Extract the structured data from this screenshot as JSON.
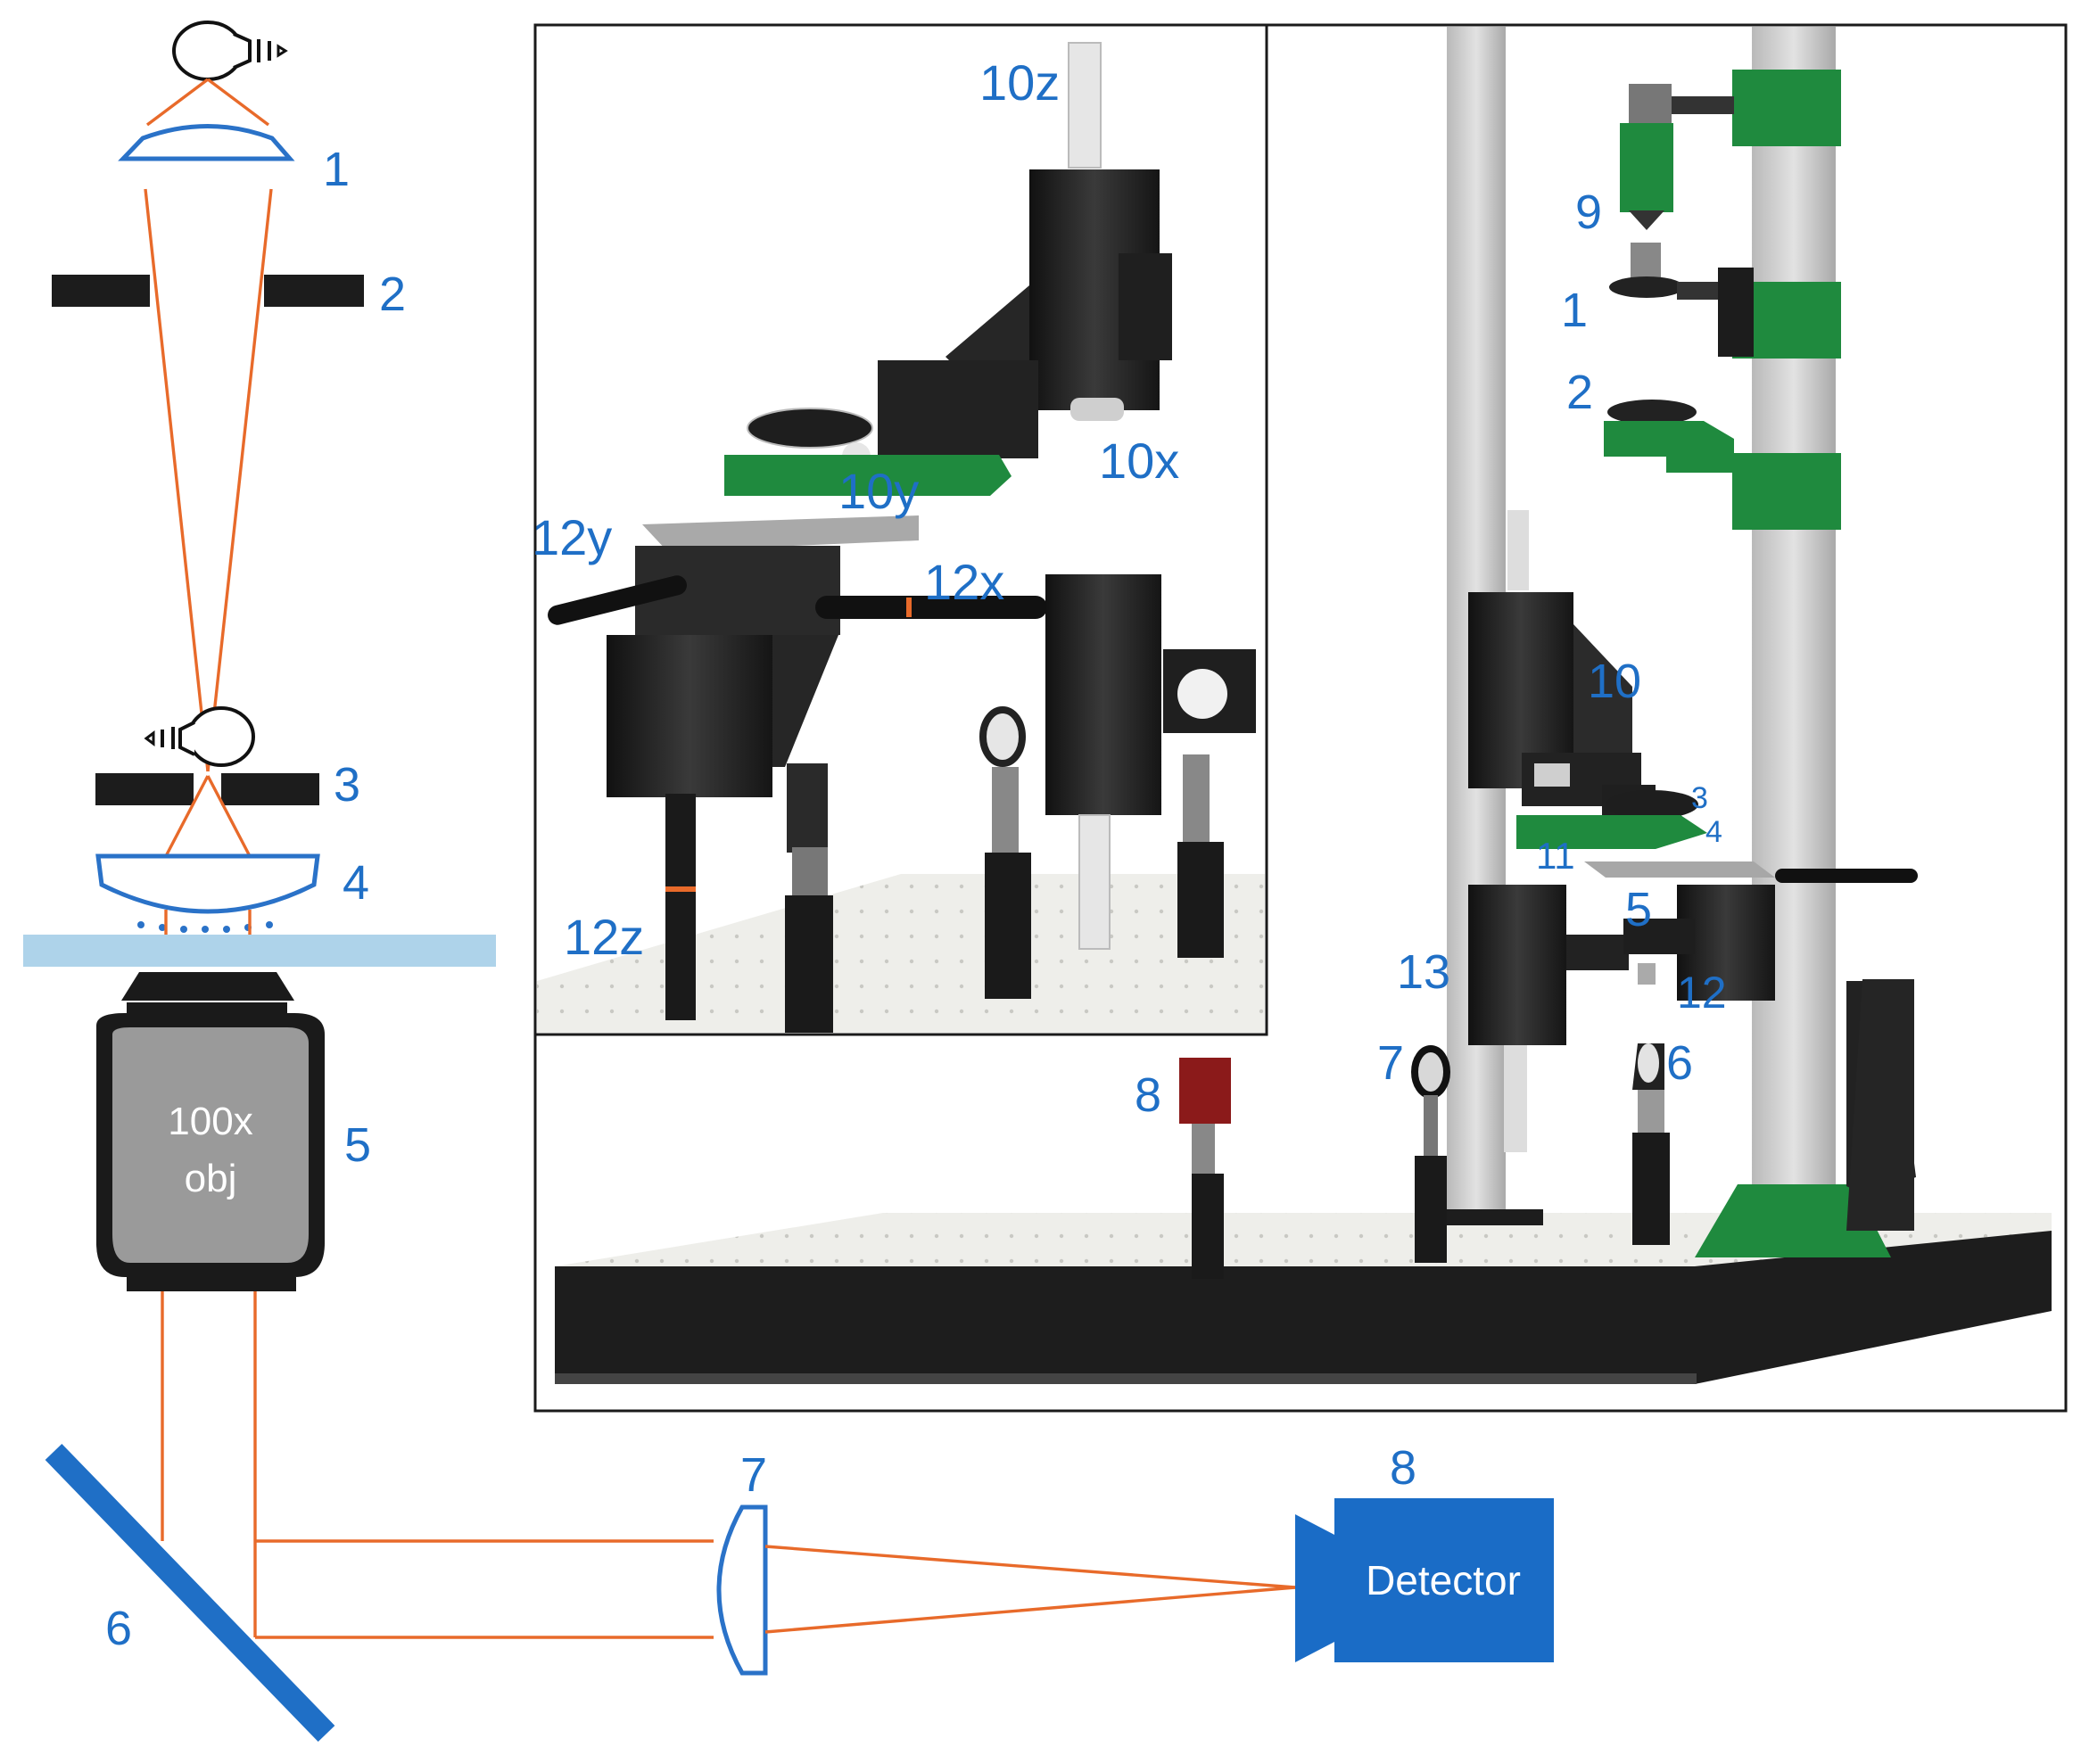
{
  "schematic": {
    "labels": [
      "1",
      "2",
      "3",
      "4",
      "5",
      "6",
      "7",
      "8"
    ],
    "objective_text_line1": "100x",
    "objective_text_line2": "obj",
    "detector_text": "Detector"
  },
  "render_labels": {
    "item_9": "9",
    "item_1": "1",
    "item_2": "2",
    "item_10": "10",
    "item_3": "3",
    "item_4": "4",
    "item_11": "11",
    "item_5": "5",
    "item_13": "13",
    "item_12": "12",
    "item_7": "7",
    "item_6": "6",
    "item_8": "8"
  },
  "inset_labels": {
    "z10": "10z",
    "x10": "10x",
    "y10": "10y",
    "y12": "12y",
    "x12": "12x",
    "z12": "12z"
  },
  "colors": {
    "accent_blue": "#1f6fc6",
    "ray_orange": "#e86a2a",
    "slide_blue": "#aed3ea",
    "green_parts": "#1f8a3e",
    "objective_grey": "#9a9a9a",
    "detector_blue": "#1a6cc6"
  }
}
